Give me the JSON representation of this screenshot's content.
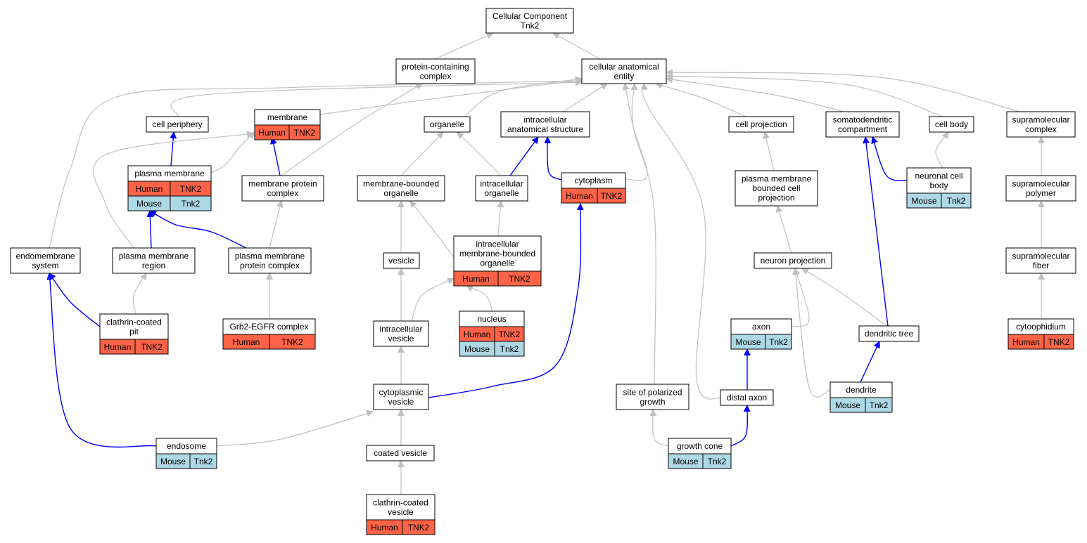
{
  "colors": {
    "human_fill": "#ff6347",
    "mouse_fill": "#add8e6",
    "is_a_edge": "#c0c0c0",
    "part_of_edge": "#0000ff",
    "node_fill": "#ffffff",
    "node_stroke": "#000000"
  },
  "nodes": [
    {
      "id": "cc",
      "lines": [
        "Cellular Component",
        "Tnk2"
      ],
      "orth": []
    },
    {
      "id": "pcc",
      "lines": [
        "protein-containing",
        "complex"
      ],
      "orth": []
    },
    {
      "id": "cae",
      "lines": [
        "cellular anatomical",
        "entity"
      ],
      "orth": []
    },
    {
      "id": "cellper",
      "lines": [
        "cell periphery"
      ],
      "orth": []
    },
    {
      "id": "membrane",
      "lines": [
        "membrane"
      ],
      "orth": [
        {
          "org": "Human",
          "gene": "TNK2"
        }
      ]
    },
    {
      "id": "organelle",
      "lines": [
        "organelle"
      ],
      "orth": []
    },
    {
      "id": "ias",
      "lines": [
        "intracellular",
        "anatomical structure"
      ],
      "orth": []
    },
    {
      "id": "cellproj",
      "lines": [
        "cell projection"
      ],
      "orth": []
    },
    {
      "id": "somato",
      "lines": [
        "somatodendritic",
        "compartment"
      ],
      "orth": []
    },
    {
      "id": "cellbody",
      "lines": [
        "cell body"
      ],
      "orth": []
    },
    {
      "id": "supcomp",
      "lines": [
        "supramolecular",
        "complex"
      ],
      "orth": []
    },
    {
      "id": "pm",
      "lines": [
        "plasma membrane"
      ],
      "orth": [
        {
          "org": "Human",
          "gene": "TNK2"
        },
        {
          "org": "Mouse",
          "gene": "Tnk2"
        }
      ]
    },
    {
      "id": "mpc",
      "lines": [
        "membrane protein",
        "complex"
      ],
      "orth": []
    },
    {
      "id": "mbo",
      "lines": [
        "membrane-bounded",
        "organelle"
      ],
      "orth": []
    },
    {
      "id": "io",
      "lines": [
        "intracellular",
        "organelle"
      ],
      "orth": []
    },
    {
      "id": "cyto",
      "lines": [
        "cytoplasm"
      ],
      "orth": [
        {
          "org": "Human",
          "gene": "TNK2"
        }
      ]
    },
    {
      "id": "pmbcp",
      "lines": [
        "plasma membrane",
        "bounded cell",
        "projection"
      ],
      "orth": []
    },
    {
      "id": "ncb",
      "lines": [
        "neuronal cell",
        "body"
      ],
      "orth": [
        {
          "org": "Mouse",
          "gene": "Tnk2"
        }
      ]
    },
    {
      "id": "suppoly",
      "lines": [
        "supramolecular",
        "polymer"
      ],
      "orth": []
    },
    {
      "id": "endomem",
      "lines": [
        "endomembrane",
        "system"
      ],
      "orth": []
    },
    {
      "id": "pmr",
      "lines": [
        "plasma membrane",
        "region"
      ],
      "orth": []
    },
    {
      "id": "pmpc",
      "lines": [
        "plasma membrane",
        "protein complex"
      ],
      "orth": []
    },
    {
      "id": "vesicle",
      "lines": [
        "vesicle"
      ],
      "orth": []
    },
    {
      "id": "imbo",
      "lines": [
        "intracellular",
        "membrane-bounded",
        "organelle"
      ],
      "orth": [
        {
          "org": "Human",
          "gene": "TNK2"
        }
      ]
    },
    {
      "id": "neuproj",
      "lines": [
        "neuron projection"
      ],
      "orth": []
    },
    {
      "id": "supfib",
      "lines": [
        "supramolecular",
        "fiber"
      ],
      "orth": []
    },
    {
      "id": "ccp",
      "lines": [
        "clathrin-coated",
        "pit"
      ],
      "orth": [
        {
          "org": "Human",
          "gene": "TNK2"
        }
      ]
    },
    {
      "id": "grb2",
      "lines": [
        "Grb2-EGFR complex"
      ],
      "orth": [
        {
          "org": "Human",
          "gene": "TNK2"
        }
      ]
    },
    {
      "id": "nucleus",
      "lines": [
        "nucleus"
      ],
      "orth": [
        {
          "org": "Human",
          "gene": "TNK2"
        },
        {
          "org": "Mouse",
          "gene": "Tnk2"
        }
      ]
    },
    {
      "id": "iv",
      "lines": [
        "intracellular",
        "vesicle"
      ],
      "orth": []
    },
    {
      "id": "axon",
      "lines": [
        "axon"
      ],
      "orth": [
        {
          "org": "Mouse",
          "gene": "Tnk2"
        }
      ]
    },
    {
      "id": "dtree",
      "lines": [
        "dendritic tree"
      ],
      "orth": []
    },
    {
      "id": "cytoophid",
      "lines": [
        "cytoophidium"
      ],
      "orth": [
        {
          "org": "Human",
          "gene": "TNK2"
        }
      ]
    },
    {
      "id": "cv",
      "lines": [
        "cytoplasmic",
        "vesicle"
      ],
      "orth": []
    },
    {
      "id": "spg",
      "lines": [
        "site of polarized",
        "growth"
      ],
      "orth": []
    },
    {
      "id": "daxon",
      "lines": [
        "distal axon"
      ],
      "orth": []
    },
    {
      "id": "dendrite",
      "lines": [
        "dendrite"
      ],
      "orth": [
        {
          "org": "Mouse",
          "gene": "Tnk2"
        }
      ]
    },
    {
      "id": "endosome",
      "lines": [
        "endosome"
      ],
      "orth": [
        {
          "org": "Mouse",
          "gene": "Tnk2"
        }
      ]
    },
    {
      "id": "gcone",
      "lines": [
        "growth cone"
      ],
      "orth": [
        {
          "org": "Mouse",
          "gene": "Tnk2"
        }
      ]
    },
    {
      "id": "coatv",
      "lines": [
        "coated vesicle"
      ],
      "orth": []
    },
    {
      "id": "ccv",
      "lines": [
        "clathrin-coated",
        "vesicle"
      ],
      "orth": [
        {
          "org": "Human",
          "gene": "TNK2"
        }
      ]
    }
  ],
  "edges": [
    {
      "from": "pcc",
      "to": "cc",
      "rel": "is_a"
    },
    {
      "from": "cae",
      "to": "cc",
      "rel": "is_a"
    },
    {
      "from": "cellper",
      "to": "cae",
      "rel": "is_a"
    },
    {
      "from": "membrane",
      "to": "cae",
      "rel": "is_a"
    },
    {
      "from": "organelle",
      "to": "cae",
      "rel": "is_a"
    },
    {
      "from": "ias",
      "to": "cae",
      "rel": "is_a"
    },
    {
      "from": "cellproj",
      "to": "cae",
      "rel": "is_a"
    },
    {
      "from": "somato",
      "to": "cae",
      "rel": "is_a"
    },
    {
      "from": "cellbody",
      "to": "cae",
      "rel": "is_a"
    },
    {
      "from": "supcomp",
      "to": "cae",
      "rel": "is_a"
    },
    {
      "from": "endomem",
      "to": "cae",
      "rel": "is_a"
    },
    {
      "from": "cyto",
      "to": "cae",
      "rel": "is_a"
    },
    {
      "from": "spg",
      "to": "cae",
      "rel": "is_a"
    },
    {
      "from": "daxon",
      "to": "cae",
      "rel": "is_a"
    },
    {
      "from": "pm",
      "to": "cellper",
      "rel": "part_of"
    },
    {
      "from": "pm",
      "to": "membrane",
      "rel": "is_a"
    },
    {
      "from": "mpc",
      "to": "membrane",
      "rel": "part_of"
    },
    {
      "from": "mpc",
      "to": "pcc",
      "rel": "is_a"
    },
    {
      "from": "pmr",
      "to": "membrane",
      "rel": "is_a"
    },
    {
      "from": "mbo",
      "to": "organelle",
      "rel": "is_a"
    },
    {
      "from": "io",
      "to": "organelle",
      "rel": "is_a"
    },
    {
      "from": "io",
      "to": "ias",
      "rel": "part_of"
    },
    {
      "from": "cyto",
      "to": "ias",
      "rel": "part_of"
    },
    {
      "from": "pmbcp",
      "to": "cellproj",
      "rel": "is_a"
    },
    {
      "from": "ncb",
      "to": "somato",
      "rel": "part_of"
    },
    {
      "from": "ncb",
      "to": "cellbody",
      "rel": "is_a"
    },
    {
      "from": "suppoly",
      "to": "supcomp",
      "rel": "is_a"
    },
    {
      "from": "pmr",
      "to": "pm",
      "rel": "part_of"
    },
    {
      "from": "pmpc",
      "to": "pm",
      "rel": "part_of"
    },
    {
      "from": "pmpc",
      "to": "mpc",
      "rel": "is_a"
    },
    {
      "from": "vesicle",
      "to": "mbo",
      "rel": "is_a"
    },
    {
      "from": "imbo",
      "to": "mbo",
      "rel": "is_a"
    },
    {
      "from": "imbo",
      "to": "io",
      "rel": "is_a"
    },
    {
      "from": "neuproj",
      "to": "pmbcp",
      "rel": "is_a"
    },
    {
      "from": "supfib",
      "to": "suppoly",
      "rel": "is_a"
    },
    {
      "from": "ccp",
      "to": "endomem",
      "rel": "part_of"
    },
    {
      "from": "ccp",
      "to": "pmr",
      "rel": "is_a"
    },
    {
      "from": "grb2",
      "to": "pmpc",
      "rel": "is_a"
    },
    {
      "from": "nucleus",
      "to": "imbo",
      "rel": "is_a"
    },
    {
      "from": "iv",
      "to": "vesicle",
      "rel": "is_a"
    },
    {
      "from": "iv",
      "to": "imbo",
      "rel": "is_a"
    },
    {
      "from": "axon",
      "to": "neuproj",
      "rel": "is_a"
    },
    {
      "from": "dtree",
      "to": "neuproj",
      "rel": "is_a"
    },
    {
      "from": "dtree",
      "to": "somato",
      "rel": "part_of"
    },
    {
      "from": "cytoophid",
      "to": "supfib",
      "rel": "is_a"
    },
    {
      "from": "cv",
      "to": "iv",
      "rel": "is_a"
    },
    {
      "from": "cv",
      "to": "cyto",
      "rel": "part_of"
    },
    {
      "from": "daxon",
      "to": "axon",
      "rel": "part_of"
    },
    {
      "from": "dendrite",
      "to": "neuproj",
      "rel": "is_a"
    },
    {
      "from": "dendrite",
      "to": "dtree",
      "rel": "part_of"
    },
    {
      "from": "endosome",
      "to": "cv",
      "rel": "is_a"
    },
    {
      "from": "endosome",
      "to": "endomem",
      "rel": "part_of"
    },
    {
      "from": "gcone",
      "to": "spg",
      "rel": "is_a"
    },
    {
      "from": "gcone",
      "to": "daxon",
      "rel": "part_of"
    },
    {
      "from": "coatv",
      "to": "cv",
      "rel": "is_a"
    },
    {
      "from": "ccv",
      "to": "coatv",
      "rel": "is_a"
    }
  ]
}
